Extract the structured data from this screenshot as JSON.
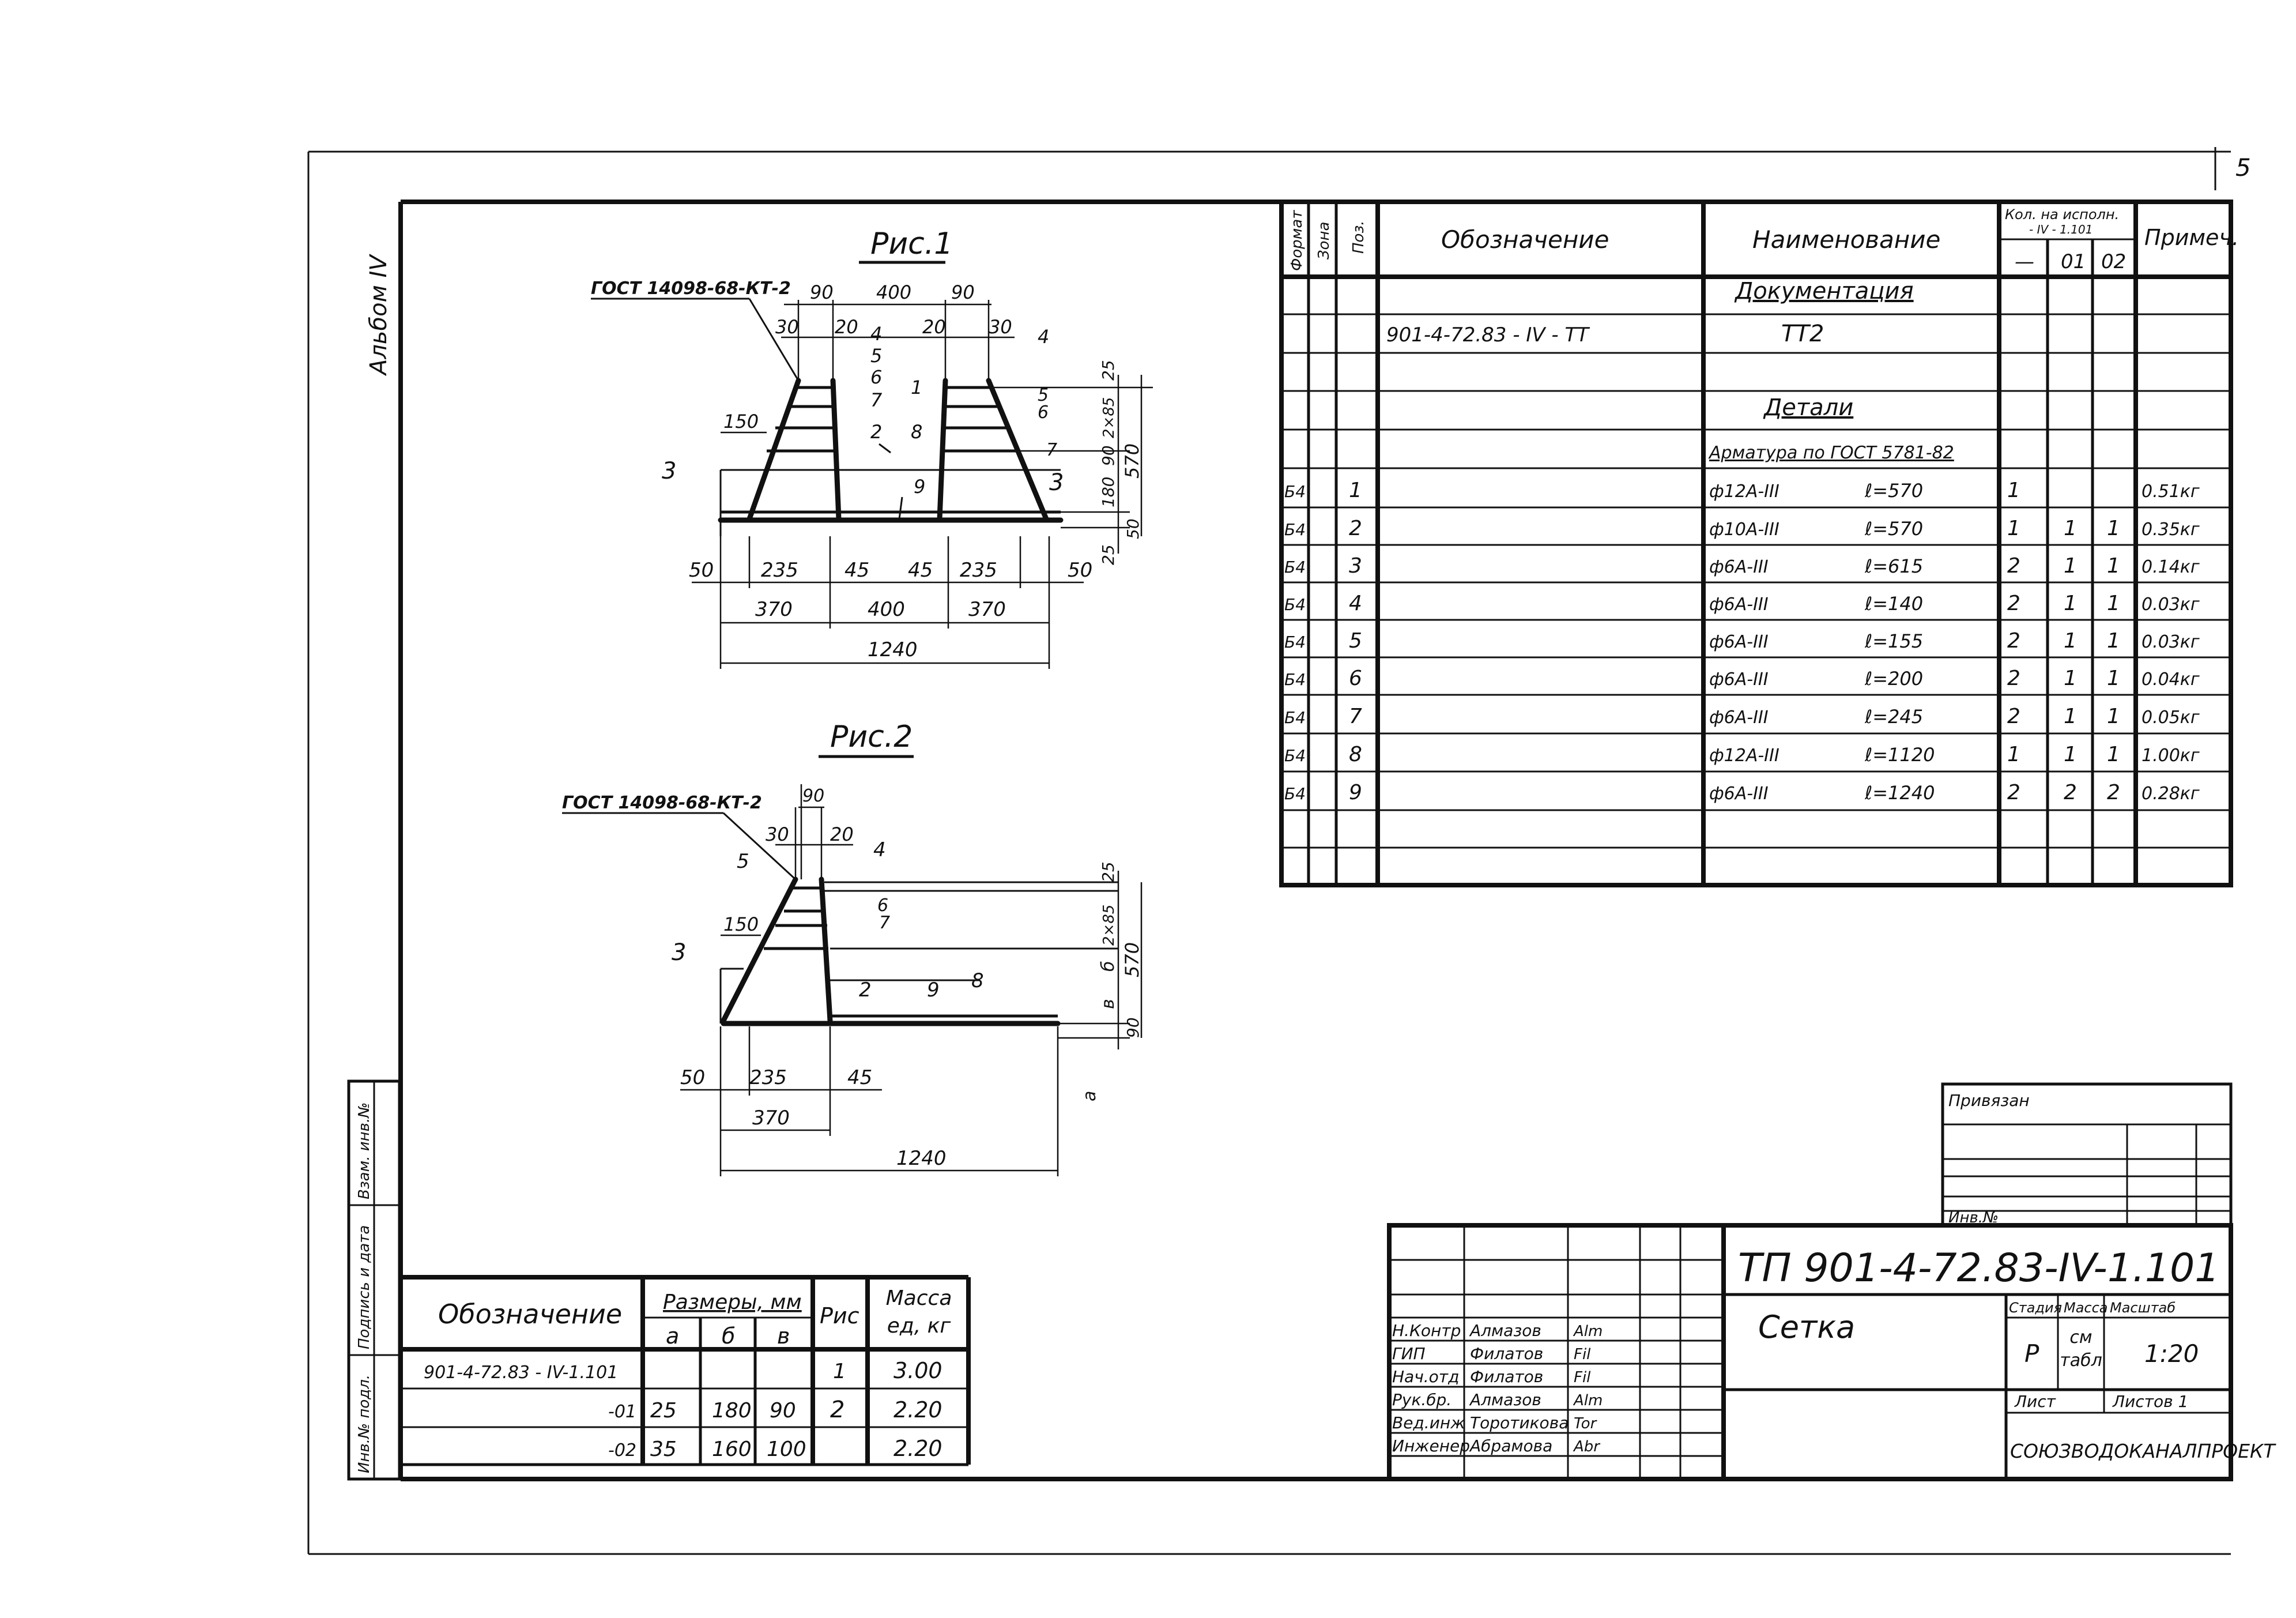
{
  "page_number": "5",
  "album_label": "Альбом IV",
  "side_stamp": [
    "Инв.№ подл.",
    "Подпись и дата",
    "Взам. инв.№"
  ],
  "fig1": {
    "title": "Рис.1",
    "gost": "ГОСТ 14098-68-КТ-2",
    "dims": {
      "top_30a": "30",
      "top_90a": "90",
      "top_20a": "20",
      "top_400": "400",
      "top_20b": "20",
      "top_90b": "90",
      "top_30b": "30",
      "side_25": "25",
      "side_2x85": "2×85",
      "side_90": "90",
      "side_180": "180",
      "side_570": "570",
      "side_50": "50",
      "side_25b": "25",
      "left_150": "150",
      "bot_50a": "50",
      "bot_235a": "235",
      "bot_45a": "45",
      "bot_45b": "45",
      "bot_235b": "235",
      "bot_50b": "50",
      "bot_370a": "370",
      "bot_400": "400",
      "bot_370b": "370",
      "bot_1240": "1240"
    },
    "pos": [
      "1",
      "2",
      "3",
      "4",
      "5",
      "6",
      "7",
      "8",
      "9"
    ]
  },
  "fig2": {
    "title": "Рис.2",
    "gost": "ГОСТ 14098-68-КТ-2",
    "dims": {
      "top_30": "30",
      "top_90": "90",
      "top_20": "20",
      "side_25": "25",
      "side_2x85": "2×85",
      "side_b": "б",
      "side_570": "570",
      "side_v": "в",
      "side_90": "90",
      "side_a": "а",
      "left_150": "150",
      "bot_50": "50",
      "bot_235": "235",
      "bot_45": "45",
      "bot_370": "370",
      "bot_1240": "1240"
    },
    "pos": [
      "2",
      "3",
      "4",
      "5",
      "6",
      "7",
      "8",
      "9"
    ]
  },
  "spec": {
    "headers": {
      "format": "Формат",
      "zone": "Зона",
      "pos": "Поз.",
      "designation": "Обозначение",
      "name": "Наименование",
      "qty": "Кол. на исполн.",
      "qty_sub": "- IV - 1.101",
      "qty_dash": "—",
      "qty_01": "01",
      "qty_02": "02",
      "note": "Примеч."
    },
    "section_doc": "Документация",
    "doc_designation": "901-4-72.83 - IV - ТТ",
    "doc_name": "ТТ2",
    "section_details": "Детали",
    "armature": "Арматура по ГОСТ 5781-82",
    "rows": [
      {
        "fmt": "Б4",
        "pos": "1",
        "bar": "ф12А-III",
        "len": "ℓ=570",
        "q0": "1",
        "q1": "",
        "q2": "",
        "note": "0.51кг"
      },
      {
        "fmt": "Б4",
        "pos": "2",
        "bar": "ф10А-III",
        "len": "ℓ=570",
        "q0": "1",
        "q1": "1",
        "q2": "1",
        "note": "0.35кг"
      },
      {
        "fmt": "Б4",
        "pos": "3",
        "bar": "ф6А-III",
        "len": "ℓ=615",
        "q0": "2",
        "q1": "1",
        "q2": "1",
        "note": "0.14кг"
      },
      {
        "fmt": "Б4",
        "pos": "4",
        "bar": "ф6А-III",
        "len": "ℓ=140",
        "q0": "2",
        "q1": "1",
        "q2": "1",
        "note": "0.03кг"
      },
      {
        "fmt": "Б4",
        "pos": "5",
        "bar": "ф6А-III",
        "len": "ℓ=155",
        "q0": "2",
        "q1": "1",
        "q2": "1",
        "note": "0.03кг"
      },
      {
        "fmt": "Б4",
        "pos": "6",
        "bar": "ф6А-III",
        "len": "ℓ=200",
        "q0": "2",
        "q1": "1",
        "q2": "1",
        "note": "0.04кг"
      },
      {
        "fmt": "Б4",
        "pos": "7",
        "bar": "ф6А-III",
        "len": "ℓ=245",
        "q0": "2",
        "q1": "1",
        "q2": "1",
        "note": "0.05кг"
      },
      {
        "fmt": "Б4",
        "pos": "8",
        "bar": "ф12А-III",
        "len": "ℓ=1120",
        "q0": "1",
        "q1": "1",
        "q2": "1",
        "note": "1.00кг"
      },
      {
        "fmt": "Б4",
        "pos": "9",
        "bar": "ф6А-III",
        "len": "ℓ=1240",
        "q0": "2",
        "q1": "2",
        "q2": "2",
        "note": "0.28кг"
      }
    ]
  },
  "sizes": {
    "headers": {
      "designation": "Обозначение",
      "dims": "Размеры, мм",
      "a": "а",
      "b": "б",
      "v": "в",
      "fig": "Рис",
      "mass": "Масса ед, кг"
    },
    "rows": [
      {
        "designation": "901-4-72.83 - IV-1.101",
        "a": "",
        "b": "",
        "v": "",
        "fig": "1",
        "mass": "3.00"
      },
      {
        "designation": "-01",
        "a": "25",
        "b": "180",
        "v": "90",
        "fig": "2",
        "mass": "2.20"
      },
      {
        "designation": "-02",
        "a": "35",
        "b": "160",
        "v": "100",
        "fig": "",
        "mass": "2.20"
      }
    ]
  },
  "binding": {
    "label": "Привязан",
    "inv": "Инв.№"
  },
  "title_block": {
    "code": "ТП 901-4-72.83-IV-1.101",
    "name": "Сетка",
    "stage_h": "Стадия",
    "mass_h": "Масса",
    "scale_h": "Масштаб",
    "stage": "Р",
    "mass": "см табл",
    "scale": "1:20",
    "sheet_h": "Лист",
    "sheets_h": "Листов 1",
    "org": "СОЮЗВОДОКАНАЛПРОЕКТ",
    "people": [
      {
        "role": "Н.Контр",
        "name": "Алмазов",
        "sign": "Alm"
      },
      {
        "role": "ГИП",
        "name": "Филатов",
        "sign": "Fil"
      },
      {
        "role": "Нач.отд",
        "name": "Филатов",
        "sign": "Fil"
      },
      {
        "role": "Рук.бр.",
        "name": "Алмазов",
        "sign": "Alm"
      },
      {
        "role": "Вед.инж",
        "name": "Торотикова",
        "sign": "Tor"
      },
      {
        "role": "Инженер",
        "name": "Абрамова",
        "sign": "Abr"
      }
    ]
  }
}
